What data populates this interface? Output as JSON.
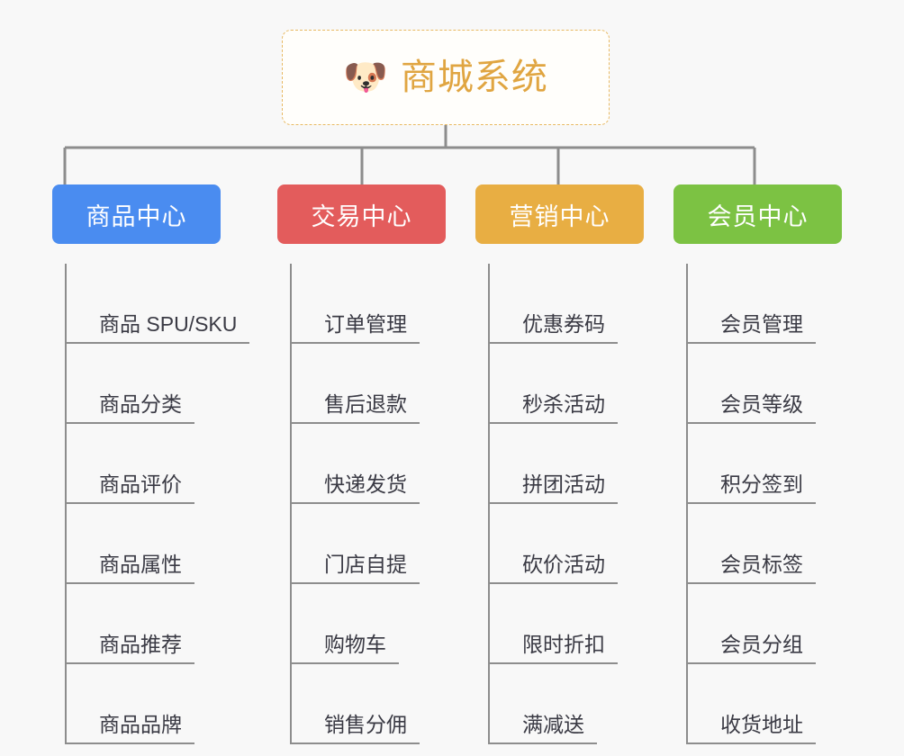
{
  "page": {
    "background_color": "#f8f8f8",
    "title": "商城系统 思维导图"
  },
  "root": {
    "icon": "shiba-dog-emoji",
    "emoji": "🐶",
    "label": "商城系统",
    "text_color": "#e0a541",
    "border_color": "#e8b962",
    "background_color": "#fffefb"
  },
  "connector": {
    "color": "#8d8d8d"
  },
  "branches": [
    {
      "id": "products",
      "label": "商品中心",
      "color": "#4a8cf0",
      "leaves": [
        {
          "label": "商品 SPU/SKU"
        },
        {
          "label": "商品分类"
        },
        {
          "label": "商品评价"
        },
        {
          "label": "商品属性"
        },
        {
          "label": "商品推荐"
        },
        {
          "label": "商品品牌"
        }
      ]
    },
    {
      "id": "trade",
      "label": "交易中心",
      "color": "#e35c5c",
      "leaves": [
        {
          "label": "订单管理"
        },
        {
          "label": "售后退款"
        },
        {
          "label": "快递发货"
        },
        {
          "label": "门店自提"
        },
        {
          "label": "购物车"
        },
        {
          "label": "销售分佣"
        }
      ]
    },
    {
      "id": "marketing",
      "label": "营销中心",
      "color": "#e8ae43",
      "leaves": [
        {
          "label": "优惠券码"
        },
        {
          "label": "秒杀活动"
        },
        {
          "label": "拼团活动"
        },
        {
          "label": "砍价活动"
        },
        {
          "label": "限时折扣"
        },
        {
          "label": "满减送"
        }
      ]
    },
    {
      "id": "member",
      "label": "会员中心",
      "color": "#7cc243",
      "leaves": [
        {
          "label": "会员管理"
        },
        {
          "label": "会员等级"
        },
        {
          "label": "积分签到"
        },
        {
          "label": "会员标签"
        },
        {
          "label": "会员分组"
        },
        {
          "label": "收货地址"
        }
      ]
    }
  ]
}
